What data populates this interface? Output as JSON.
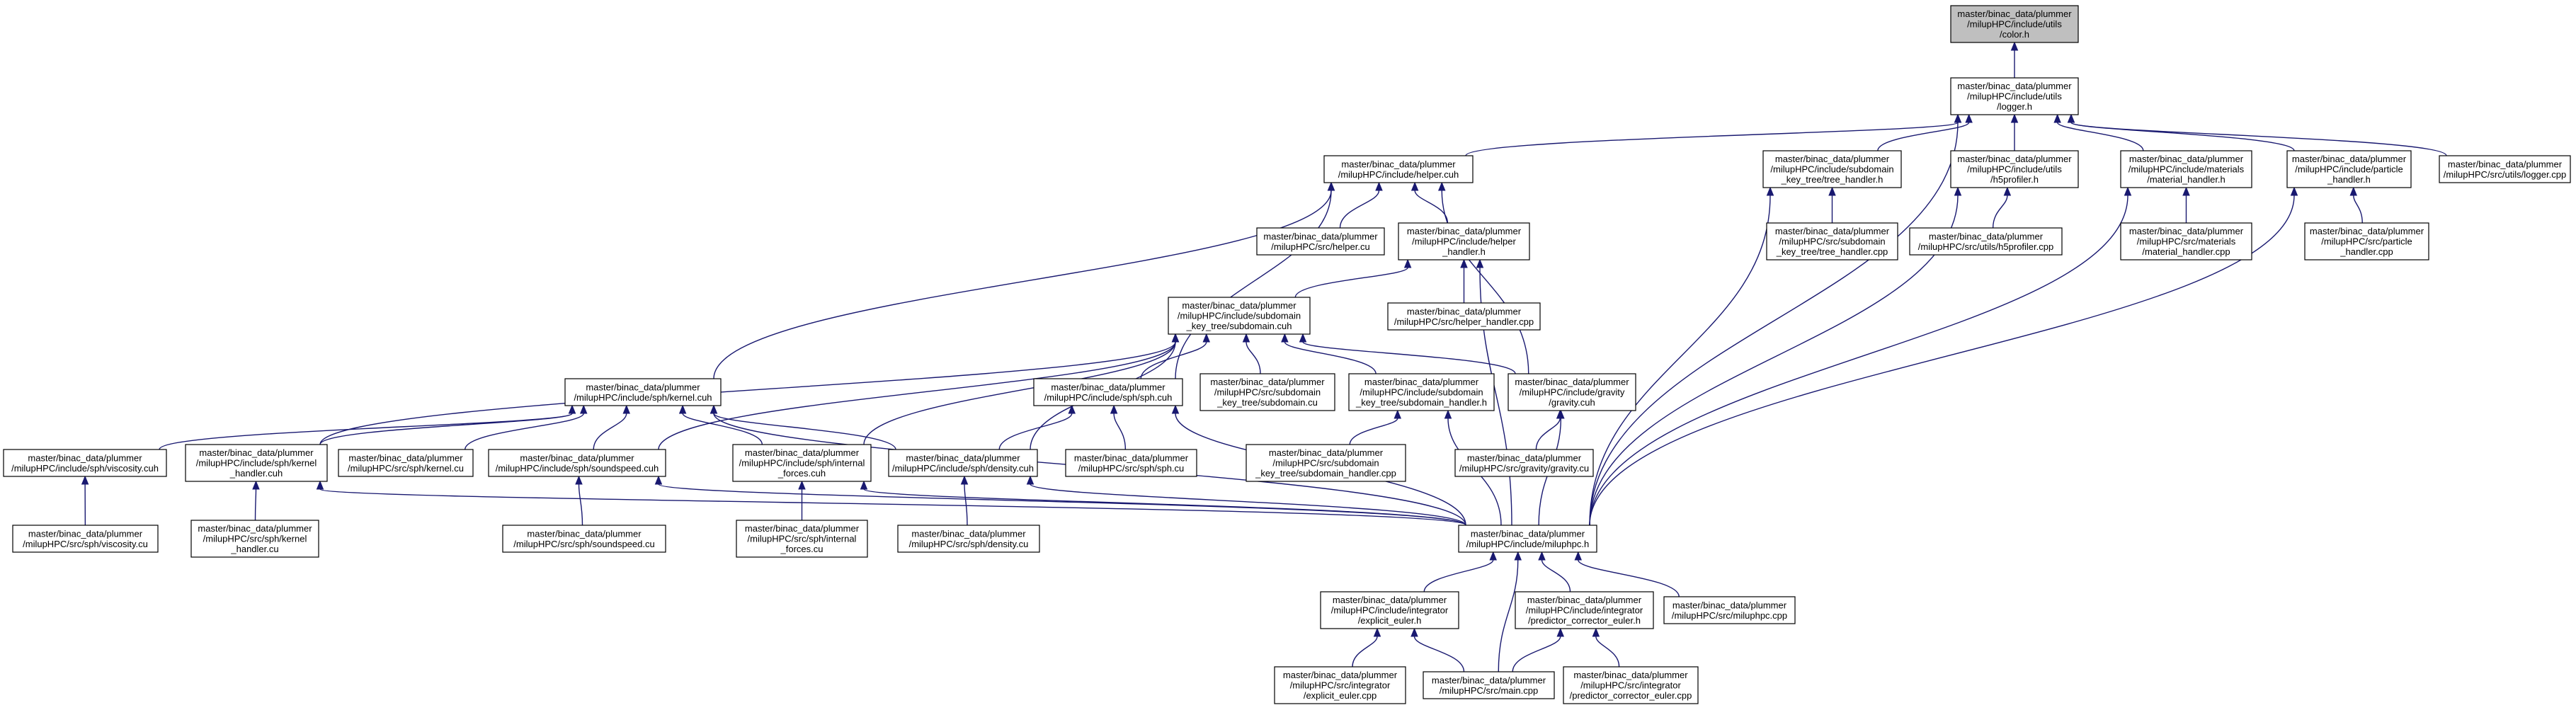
{
  "colors": {
    "edge": "#191970",
    "root_fill": "#bfbfbf",
    "node_fill": "#ffffff",
    "border": "#000000"
  },
  "nodes": [
    {
      "id": "color",
      "root": true,
      "lines": [
        "master/binac_data/plummer",
        "/milupHPC/include/utils",
        "/color.h"
      ]
    },
    {
      "id": "logger",
      "lines": [
        "master/binac_data/plummer",
        "/milupHPC/include/utils",
        "/logger.h"
      ]
    },
    {
      "id": "helper_cuh",
      "lines": [
        "master/binac_data/plummer",
        "/milupHPC/include/helper.cuh"
      ]
    },
    {
      "id": "tree_handler_h",
      "lines": [
        "master/binac_data/plummer",
        "/milupHPC/include/subdomain",
        "_key_tree/tree_handler.h"
      ]
    },
    {
      "id": "h5profiler_h",
      "lines": [
        "master/binac_data/plummer",
        "/milupHPC/include/utils",
        "/h5profiler.h"
      ]
    },
    {
      "id": "material_handler_h",
      "lines": [
        "master/binac_data/plummer",
        "/milupHPC/include/materials",
        "/material_handler.h"
      ]
    },
    {
      "id": "particle_handler_h",
      "lines": [
        "master/binac_data/plummer",
        "/milupHPC/include/particle",
        "_handler.h"
      ]
    },
    {
      "id": "logger_cpp",
      "lines": [
        "master/binac_data/plummer",
        "/milupHPC/src/utils/logger.cpp"
      ]
    },
    {
      "id": "helper_cu",
      "lines": [
        "master/binac_data/plummer",
        "/milupHPC/src/helper.cu"
      ]
    },
    {
      "id": "helper_handler_h",
      "lines": [
        "master/binac_data/plummer",
        "/milupHPC/include/helper",
        "_handler.h"
      ]
    },
    {
      "id": "tree_handler_cpp",
      "lines": [
        "master/binac_data/plummer",
        "/milupHPC/src/subdomain",
        "_key_tree/tree_handler.cpp"
      ]
    },
    {
      "id": "h5profiler_cpp",
      "lines": [
        "master/binac_data/plummer",
        "/milupHPC/src/utils/h5profiler.cpp"
      ]
    },
    {
      "id": "material_handler_cpp",
      "lines": [
        "master/binac_data/plummer",
        "/milupHPC/src/materials",
        "/material_handler.cpp"
      ]
    },
    {
      "id": "particle_handler_cpp",
      "lines": [
        "master/binac_data/plummer",
        "/milupHPC/src/particle",
        "_handler.cpp"
      ]
    },
    {
      "id": "subdomain_cuh",
      "lines": [
        "master/binac_data/plummer",
        "/milupHPC/include/subdomain",
        "_key_tree/subdomain.cuh"
      ]
    },
    {
      "id": "helper_handler_cpp",
      "lines": [
        "master/binac_data/plummer",
        "/milupHPC/src/helper_handler.cpp"
      ]
    },
    {
      "id": "kernel_cuh",
      "lines": [
        "master/binac_data/plummer",
        "/milupHPC/include/sph/kernel.cuh"
      ]
    },
    {
      "id": "sph_cuh",
      "lines": [
        "master/binac_data/plummer",
        "/milupHPC/include/sph/sph.cuh"
      ]
    },
    {
      "id": "subdomain_cu",
      "lines": [
        "master/binac_data/plummer",
        "/milupHPC/src/subdomain",
        "_key_tree/subdomain.cu"
      ]
    },
    {
      "id": "subdomain_handler_h",
      "lines": [
        "master/binac_data/plummer",
        "/milupHPC/include/subdomain",
        "_key_tree/subdomain_handler.h"
      ]
    },
    {
      "id": "gravity_cuh",
      "lines": [
        "master/binac_data/plummer",
        "/milupHPC/include/gravity",
        "/gravity.cuh"
      ]
    },
    {
      "id": "viscosity_cuh",
      "lines": [
        "master/binac_data/plummer",
        "/milupHPC/include/sph/viscosity.cuh"
      ]
    },
    {
      "id": "kernel_handler_cuh",
      "lines": [
        "master/binac_data/plummer",
        "/milupHPC/include/sph/kernel",
        "_handler.cuh"
      ]
    },
    {
      "id": "kernel_cu",
      "lines": [
        "master/binac_data/plummer",
        "/milupHPC/src/sph/kernel.cu"
      ]
    },
    {
      "id": "soundspeed_cuh",
      "lines": [
        "master/binac_data/plummer",
        "/milupHPC/include/sph/soundspeed.cuh"
      ]
    },
    {
      "id": "internal_forces_cuh",
      "lines": [
        "master/binac_data/plummer",
        "/milupHPC/include/sph/internal",
        "_forces.cuh"
      ]
    },
    {
      "id": "density_cuh",
      "lines": [
        "master/binac_data/plummer",
        "/milupHPC/include/sph/density.cuh"
      ]
    },
    {
      "id": "sph_cu",
      "lines": [
        "master/binac_data/plummer",
        "/milupHPC/src/sph/sph.cu"
      ]
    },
    {
      "id": "subdomain_handler_cpp",
      "lines": [
        "master/binac_data/plummer",
        "/milupHPC/src/subdomain",
        "_key_tree/subdomain_handler.cpp"
      ]
    },
    {
      "id": "gravity_cu",
      "lines": [
        "master/binac_data/plummer",
        "/milupHPC/src/gravity/gravity.cu"
      ]
    },
    {
      "id": "viscosity_cu",
      "lines": [
        "master/binac_data/plummer",
        "/milupHPC/src/sph/viscosity.cu"
      ]
    },
    {
      "id": "kernel_handler_cu",
      "lines": [
        "master/binac_data/plummer",
        "/milupHPC/src/sph/kernel",
        "_handler.cu"
      ]
    },
    {
      "id": "soundspeed_cu",
      "lines": [
        "master/binac_data/plummer",
        "/milupHPC/src/sph/soundspeed.cu"
      ]
    },
    {
      "id": "internal_forces_cu",
      "lines": [
        "master/binac_data/plummer",
        "/milupHPC/src/sph/internal",
        "_forces.cu"
      ]
    },
    {
      "id": "density_cu",
      "lines": [
        "master/binac_data/plummer",
        "/milupHPC/src/sph/density.cu"
      ]
    },
    {
      "id": "miluphpc_h",
      "lines": [
        "master/binac_data/plummer",
        "/milupHPC/include/miluphpc.h"
      ]
    },
    {
      "id": "explicit_euler_h",
      "lines": [
        "master/binac_data/plummer",
        "/milupHPC/include/integrator",
        "/explicit_euler.h"
      ]
    },
    {
      "id": "pc_euler_h",
      "lines": [
        "master/binac_data/plummer",
        "/milupHPC/include/integrator",
        "/predictor_corrector_euler.h"
      ]
    },
    {
      "id": "miluphpc_cpp",
      "lines": [
        "master/binac_data/plummer",
        "/milupHPC/src/miluphpc.cpp"
      ]
    },
    {
      "id": "explicit_euler_cpp",
      "lines": [
        "master/binac_data/plummer",
        "/milupHPC/src/integrator",
        "/explicit_euler.cpp"
      ]
    },
    {
      "id": "main_cpp",
      "lines": [
        "master/binac_data/plummer",
        "/milupHPC/src/main.cpp"
      ]
    },
    {
      "id": "pc_euler_cpp",
      "lines": [
        "master/binac_data/plummer",
        "/milupHPC/src/integrator",
        "/predictor_corrector_euler.cpp"
      ]
    }
  ],
  "edges": [
    [
      "logger",
      "color"
    ],
    [
      "helper_cuh",
      "logger"
    ],
    [
      "tree_handler_h",
      "logger"
    ],
    [
      "h5profiler_h",
      "logger"
    ],
    [
      "material_handler_h",
      "logger"
    ],
    [
      "particle_handler_h",
      "logger"
    ],
    [
      "logger_cpp",
      "logger"
    ],
    [
      "miluphpc_h",
      "logger"
    ],
    [
      "helper_cu",
      "helper_cuh"
    ],
    [
      "helper_handler_h",
      "helper_cuh"
    ],
    [
      "kernel_cuh",
      "helper_cuh"
    ],
    [
      "sph_cuh",
      "helper_cuh"
    ],
    [
      "gravity_cuh",
      "helper_cuh"
    ],
    [
      "tree_handler_cpp",
      "tree_handler_h"
    ],
    [
      "miluphpc_h",
      "tree_handler_h"
    ],
    [
      "h5profiler_cpp",
      "h5profiler_h"
    ],
    [
      "miluphpc_h",
      "h5profiler_h"
    ],
    [
      "material_handler_cpp",
      "material_handler_h"
    ],
    [
      "miluphpc_h",
      "material_handler_h"
    ],
    [
      "particle_handler_cpp",
      "particle_handler_h"
    ],
    [
      "miluphpc_h",
      "particle_handler_h"
    ],
    [
      "helper_handler_cpp",
      "helper_handler_h"
    ],
    [
      "subdomain_cuh",
      "helper_handler_h"
    ],
    [
      "miluphpc_h",
      "helper_handler_h"
    ],
    [
      "sph_cuh",
      "subdomain_cuh"
    ],
    [
      "subdomain_cu",
      "subdomain_cuh"
    ],
    [
      "subdomain_handler_h",
      "subdomain_cuh"
    ],
    [
      "gravity_cuh",
      "subdomain_cuh"
    ],
    [
      "soundspeed_cuh",
      "subdomain_cuh"
    ],
    [
      "internal_forces_cuh",
      "subdomain_cuh"
    ],
    [
      "density_cuh",
      "subdomain_cuh"
    ],
    [
      "kernel_handler_cuh",
      "subdomain_cuh"
    ],
    [
      "viscosity_cuh",
      "kernel_cuh"
    ],
    [
      "kernel_handler_cuh",
      "kernel_cuh"
    ],
    [
      "kernel_cu",
      "kernel_cuh"
    ],
    [
      "soundspeed_cuh",
      "kernel_cuh"
    ],
    [
      "internal_forces_cuh",
      "kernel_cuh"
    ],
    [
      "density_cuh",
      "kernel_cuh"
    ],
    [
      "miluphpc_h",
      "kernel_cuh"
    ],
    [
      "density_cuh",
      "sph_cuh"
    ],
    [
      "sph_cu",
      "sph_cuh"
    ],
    [
      "miluphpc_h",
      "sph_cuh"
    ],
    [
      "subdomain_handler_cpp",
      "subdomain_handler_h"
    ],
    [
      "miluphpc_h",
      "subdomain_handler_h"
    ],
    [
      "gravity_cu",
      "gravity_cuh"
    ],
    [
      "miluphpc_h",
      "gravity_cuh"
    ],
    [
      "viscosity_cu",
      "viscosity_cuh"
    ],
    [
      "kernel_handler_cu",
      "kernel_handler_cuh"
    ],
    [
      "miluphpc_h",
      "kernel_handler_cuh"
    ],
    [
      "soundspeed_cu",
      "soundspeed_cuh"
    ],
    [
      "miluphpc_h",
      "soundspeed_cuh"
    ],
    [
      "internal_forces_cu",
      "internal_forces_cuh"
    ],
    [
      "miluphpc_h",
      "internal_forces_cuh"
    ],
    [
      "density_cu",
      "density_cuh"
    ],
    [
      "miluphpc_h",
      "density_cuh"
    ],
    [
      "explicit_euler_h",
      "miluphpc_h"
    ],
    [
      "pc_euler_h",
      "miluphpc_h"
    ],
    [
      "miluphpc_cpp",
      "miluphpc_h"
    ],
    [
      "main_cpp",
      "miluphpc_h"
    ],
    [
      "explicit_euler_cpp",
      "explicit_euler_h"
    ],
    [
      "main_cpp",
      "explicit_euler_h"
    ],
    [
      "main_cpp",
      "pc_euler_h"
    ],
    [
      "pc_euler_cpp",
      "pc_euler_h"
    ]
  ]
}
